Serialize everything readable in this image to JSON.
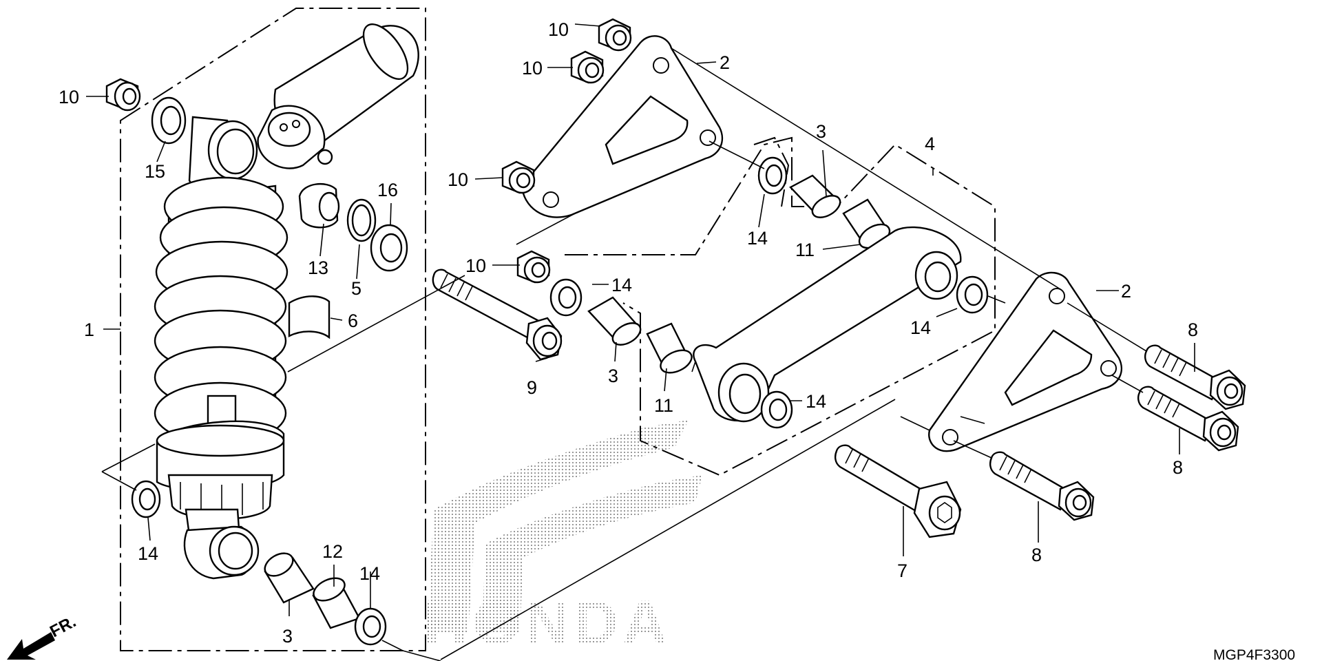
{
  "diagram": {
    "code": "MGP4F3300",
    "direction_label": "FR.",
    "watermark": "HONDA",
    "callouts": {
      "c1": "1",
      "c2a": "2",
      "c2b": "2",
      "c3a": "3",
      "c3b": "3",
      "c3c": "3",
      "c4": "4",
      "c5": "5",
      "c6": "6",
      "c7": "7",
      "c8a": "8",
      "c8b": "8",
      "c8c": "8",
      "c9": "9",
      "c10a": "10",
      "c10b": "10",
      "c10c": "10",
      "c10d": "10",
      "c10e": "10",
      "c11a": "11",
      "c11b": "11",
      "c12": "12",
      "c13": "13",
      "c14a": "14",
      "c14b": "14",
      "c14c": "14",
      "c14d": "14",
      "c14e": "14",
      "c14f": "14",
      "c15": "15",
      "c16": "16"
    }
  }
}
